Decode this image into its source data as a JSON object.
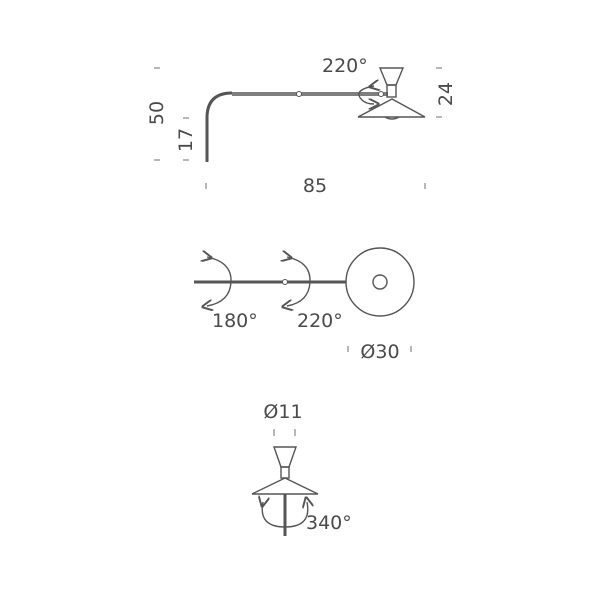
{
  "side_view": {
    "rotation_label": "220°",
    "shade_height": "24",
    "total_height": "50",
    "base_height": "17",
    "arm_length": "85"
  },
  "top_view": {
    "rotation_label_1": "180°",
    "rotation_label_2": "220°",
    "shade_diameter": "Ø30"
  },
  "front_view": {
    "cone_diameter": "Ø11",
    "rotation_label": "340°"
  }
}
